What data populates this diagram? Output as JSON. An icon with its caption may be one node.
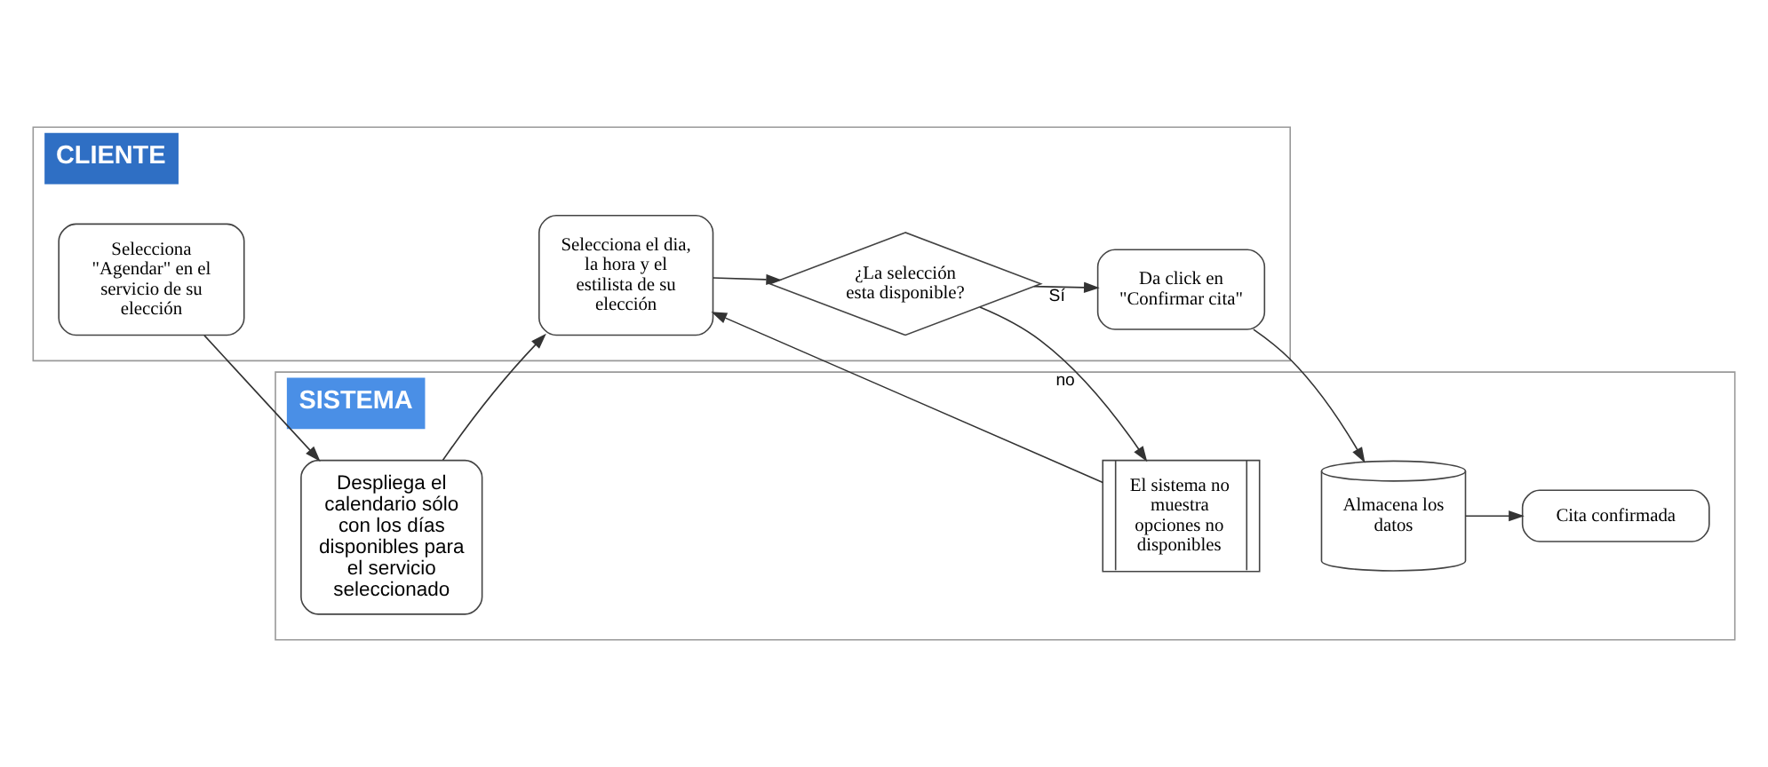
{
  "diagram": {
    "nodes": [
      {
        "text": [
          "CLIENTE"
        ]
      },
      {
        "text": [
          "Selecciona \"Agendar\" en el servicio de su elección"
        ],
        "in": 0
      },
      {
        "text": [
          "Selecciona el dia, la hora y el estilista de su elección"
        ],
        "in": 0
      },
      {
        "text": [
          "¿La selección esta disponible?"
        ],
        "in": 0
      },
      {
        "text": [
          "Da click en \"Confirmar cita\""
        ],
        "in": 0
      },
      {
        "text": [
          "SISTEMA"
        ]
      },
      {
        "text": [
          "Despliega el calendario sólo con los días disponibles para el servicio seleccionado"
        ],
        "in": 5
      },
      {
        "text": [
          "El sistema no muestra opciones no disponibles"
        ],
        "in": 5
      },
      {
        "text": [
          "Almacena los datos"
        ],
        "in": 5
      },
      {
        "text": [
          "Cita confirmada"
        ],
        "in": 5
      }
    ],
    "edges": [
      {
        "from": 1,
        "to": 6,
        "arrow": "to"
      },
      {
        "from": 6,
        "to": 2,
        "arrow": "to"
      },
      {
        "from": 2,
        "to": 3,
        "arrow": "to"
      },
      {
        "from": 3,
        "to": 4,
        "label": "Sí",
        "arrow": "to"
      },
      {
        "from": 3,
        "to": 7,
        "label": "no",
        "arrow": "to"
      },
      {
        "from": 7,
        "to": 2,
        "arrow": "to"
      },
      {
        "from": 4,
        "to": 8,
        "arrow": "to"
      },
      {
        "from": 8,
        "to": 9,
        "arrow": "to"
      }
    ]
  }
}
